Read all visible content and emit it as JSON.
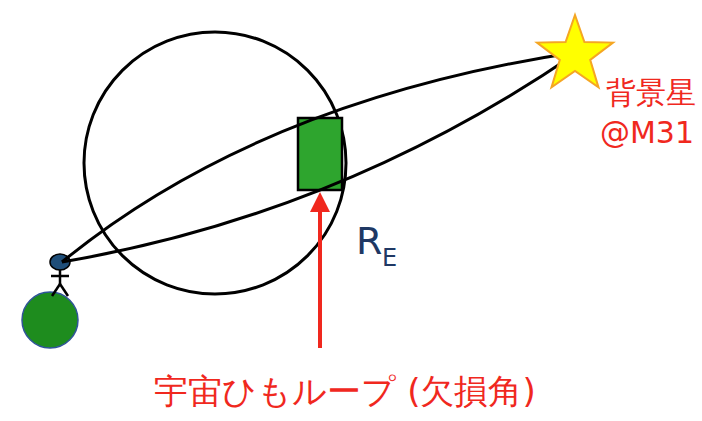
{
  "diagram": {
    "labels": [
      "背景星",
      "@M31",
      "R",
      "E",
      "宇宙ひもループ (欠損角)"
    ]
  }
}
